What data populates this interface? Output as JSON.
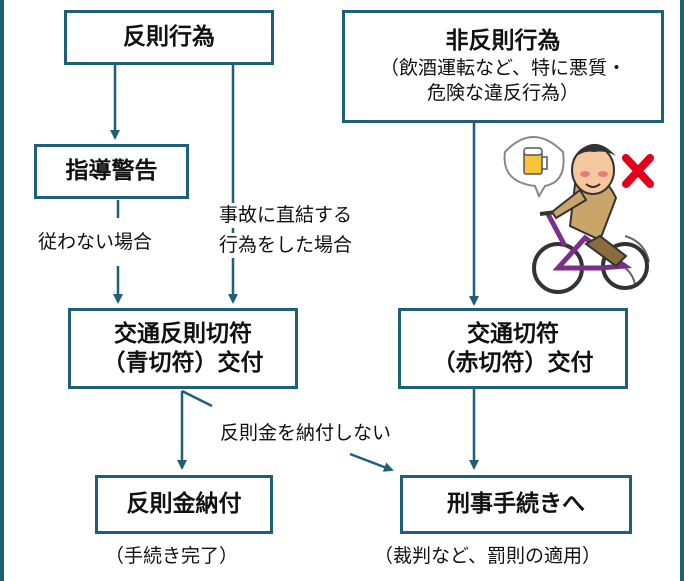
{
  "boxes": {
    "violation": "反則行為",
    "non_violation_title": "非反則行為",
    "non_violation_line1": "（飲酒運転など、特に悪質・",
    "non_violation_line2": "危険な違反行為）",
    "guidance": "指導警告",
    "blue_ticket_line1": "交通反則切符",
    "blue_ticket_line2": "（青切符）交付",
    "red_ticket_line1": "交通切符",
    "red_ticket_line2": "（赤切符）交付",
    "payment": "反則金納付",
    "criminal": "刑事手続きへ"
  },
  "labels": {
    "not_comply": "従わない場合",
    "accident_line1": "事故に直結する",
    "accident_line2": "行為をした場合",
    "not_pay": "反則金を納付しない",
    "complete": "（手続き完了）",
    "trial": "（裁判など、罰則の適用）"
  },
  "colors": {
    "frame": "#1f5f78",
    "prohibit": "#e3001b"
  },
  "icons": [
    "drunk-cyclist-icon",
    "beer-mug-icon",
    "prohibit-x-icon"
  ]
}
